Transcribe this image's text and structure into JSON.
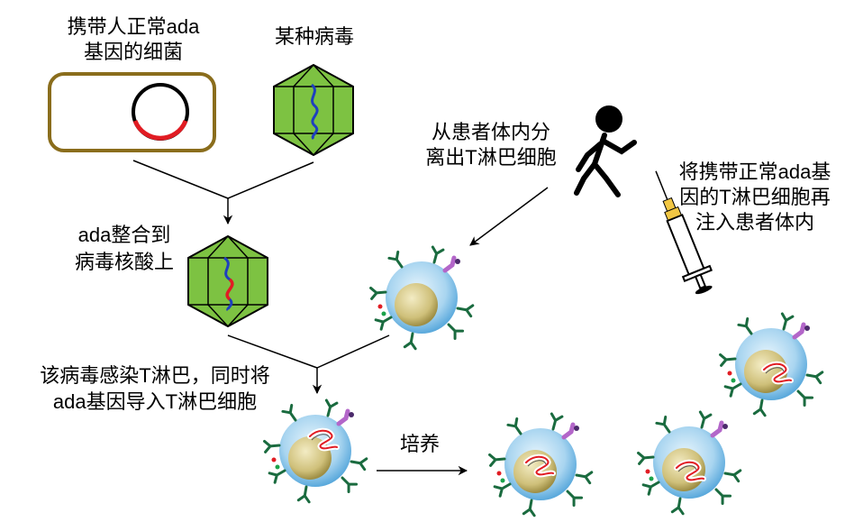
{
  "labels": {
    "bacteria_line1": "携带人正常ada",
    "bacteria_line2": "基因的细菌",
    "virus": "某种病毒",
    "integrate_line1": "ada整合到",
    "integrate_line2": "病毒核酸上",
    "isolate_line1": "从患者体内分",
    "isolate_line2": "离出T淋巴细胞",
    "reinject_line1": "将携带正常ada基",
    "reinject_line2": "因的T淋巴细胞再",
    "reinject_line3": "注入患者体内",
    "infect_line1": "该病毒感染T淋巴，同时将",
    "infect_line2": "ada基因导入T淋巴细胞",
    "culture": "培养"
  },
  "colors": {
    "virus_fill": "#7dc242",
    "cell_outer": "#a9d5f0",
    "cell_nucleus": "#d9cc8a",
    "bacteria_border": "#8a6d1c",
    "plasmid_red": "#e11c23",
    "receptor_green": "#1a6b3f",
    "receptor_purple": "#b366c9"
  }
}
